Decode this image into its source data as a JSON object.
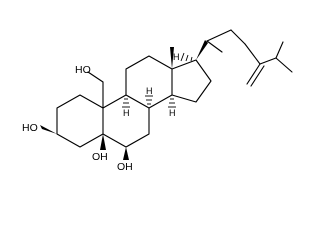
{
  "labels": {
    "oh_c19": "HO",
    "oh_c3": "HO",
    "oh_c5": "OH",
    "oh_c6": "OH",
    "h_c8": "H",
    "h_c9": "H",
    "h_c14": "H",
    "h_c17": "H"
  }
}
